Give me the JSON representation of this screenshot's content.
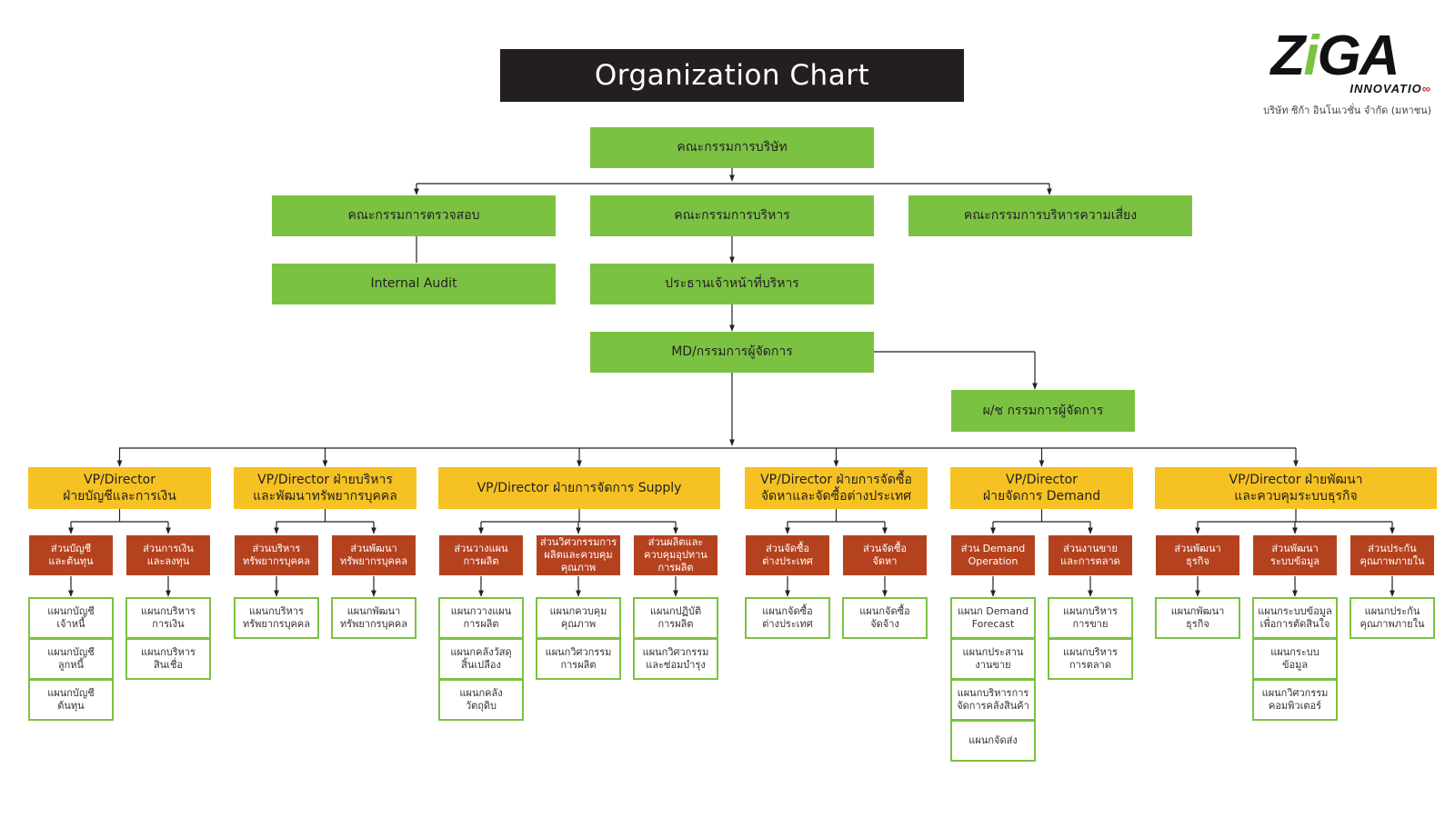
{
  "title": "Organization Chart",
  "logo": {
    "text": "ZiGA",
    "subtitle": "INNOVATIO",
    "caption": "บริษัท ซิก้า อินโนเวชั่น จำกัด (มหาชน)"
  },
  "colors": {
    "green": "#7cc242",
    "yellow": "#f6c223",
    "red": "#b5421f",
    "title_bg": "#231f20"
  },
  "top": {
    "board": "คณะกรรมการบริษัท",
    "audit_committee": "คณะกรรมการตรวจสอบ",
    "executive_committee": "คณะกรรมการบริหาร",
    "risk_committee": "คณะกรรมการบริหารความเสี่ยง",
    "internal_audit": "Internal Audit",
    "ceo": "ประธานเจ้าหน้าที่บริหาร",
    "md": "MD/กรรมการผู้จัดการ",
    "assistant_md": "ผ/ช กรรมการผู้จัดการ"
  },
  "divisions": [
    {
      "name": "VP/Director\nฝ่ายบัญชีและการเงิน",
      "sections": [
        {
          "name": "ส่วนบัญชี\nและต้นทุน",
          "departments": [
            "แผนกบัญชี\nเจ้าหนี้",
            "แผนกบัญชี\nลูกหนี้",
            "แผนกบัญชี\nต้นทุน"
          ]
        },
        {
          "name": "ส่วนการเงิน\nและลงทุน",
          "departments": [
            "แผนกบริหาร\nการเงิน",
            "แผนกบริหาร\nสินเชื่อ"
          ]
        }
      ]
    },
    {
      "name": "VP/Director ฝ่ายบริหาร\nและพัฒนาทรัพยากรบุคคล",
      "sections": [
        {
          "name": "ส่วนบริหาร\nทรัพยากรบุคคล",
          "departments": [
            "แผนกบริหาร\nทรัพยากรบุคคล"
          ]
        },
        {
          "name": "ส่วนพัฒนา\nทรัพยากรบุคคล",
          "departments": [
            "แผนกพัฒนา\nทรัพยากรบุคคล"
          ]
        }
      ]
    },
    {
      "name": "VP/Director ฝ่ายการจัดการ Supply",
      "sections": [
        {
          "name": "ส่วนวางแผน\nการผลิต",
          "departments": [
            "แผนกวางแผน\nการผลิต",
            "แผนกคลังวัสดุ\nสิ้นเปลือง",
            "แผนกคลัง\nวัตถุดิบ"
          ]
        },
        {
          "name": "ส่วนวิศวกรรมการ\nผลิตและควบคุม\nคุณภาพ",
          "departments": [
            "แผนกควบคุม\nคุณภาพ",
            "แผนกวิศวกรรม\nการผลิต"
          ]
        },
        {
          "name": "ส่วนผลิตและ\nควบคุมอุปทาน\nการผลิต",
          "departments": [
            "แผนกปฏิบัติ\nการผลิต",
            "แผนกวิศวกรรม\nและซ่อมบำรุง"
          ]
        }
      ]
    },
    {
      "name": "VP/Director ฝ่ายการจัดซื้อ\nจัดหาและจัดซื้อต่างประเทศ",
      "sections": [
        {
          "name": "ส่วนจัดซื้อ\nต่างประเทศ",
          "departments": [
            "แผนกจัดซื้อ\nต่างประเทศ"
          ]
        },
        {
          "name": "ส่วนจัดซื้อ\nจัดหา",
          "departments": [
            "แผนกจัดซื้อ\nจัดจ้าง"
          ]
        }
      ]
    },
    {
      "name": "VP/Director\nฝ่ายจัดการ Demand",
      "sections": [
        {
          "name": "ส่วน Demand\nOperation",
          "departments": [
            "แผนก Demand\nForecast",
            "แผนกประสาน\nงานขาย",
            "แผนกบริหารการ\nจัดการคลังสินค้า",
            "แผนกจัดส่ง"
          ]
        },
        {
          "name": "ส่วนงานขาย\nและการตลาด",
          "departments": [
            "แผนกบริหาร\nการขาย",
            "แผนกบริหาร\nการตลาด"
          ]
        }
      ]
    },
    {
      "name": "VP/Director ฝ่ายพัฒนา\nและควบคุมระบบธุรกิจ",
      "sections": [
        {
          "name": "ส่วนพัฒนา\nธุรกิจ",
          "departments": [
            "แผนกพัฒนา\nธุรกิจ"
          ]
        },
        {
          "name": "ส่วนพัฒนา\nระบบข้อมูล",
          "departments": [
            "แผนกระบบข้อมูล\nเพื่อการตัดสินใจ",
            "แผนกระบบ\nข้อมูล",
            "แผนกวิศวกรรม\nคอมพิวเตอร์"
          ]
        },
        {
          "name": "ส่วนประกัน\nคุณภาพภายใน",
          "departments": [
            "แผนกประกัน\nคุณภาพภายใน"
          ]
        }
      ]
    }
  ]
}
